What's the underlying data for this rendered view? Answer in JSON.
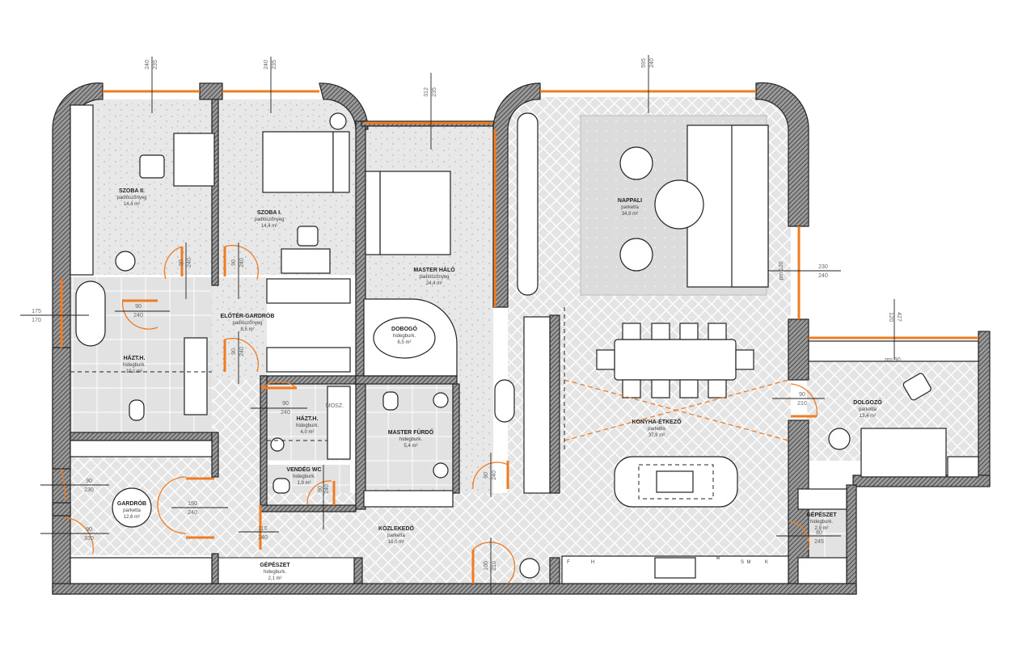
{
  "plan": {
    "rooms": [
      {
        "name": "SZOBA II.",
        "floor": "padlószőnyeg",
        "area": "14,4 m²"
      },
      {
        "name": "SZOBA I.",
        "floor": "padlószőnyeg",
        "area": "14,4 m²"
      },
      {
        "name": "MASTER HÁLÓ",
        "floor": "padlószőnyeg",
        "area": "24,4 m²"
      },
      {
        "name": "ELŐTÉR-GARDRÓB",
        "floor": "padlószőnyeg",
        "area": "8,5 m²"
      },
      {
        "name": "DOBOGÓ",
        "floor": "hidegburk.",
        "area": "6,5 m²"
      },
      {
        "name": "HÁZT.H.",
        "floor": "hidegburk.",
        "area": "10,1 m²"
      },
      {
        "name": "HÁZT.H.",
        "floor": "hidegburk.",
        "area": "4,0 m²"
      },
      {
        "name": "MASTER FÜRDŐ",
        "floor": "hidegburk.",
        "area": "5,4 m²"
      },
      {
        "name": "VENDÉG WC",
        "floor": "hidegburk.",
        "area": "1,9 m²"
      },
      {
        "name": "GARDRÓB",
        "floor": "parketta",
        "area": "12,6 m²"
      },
      {
        "name": "KÖZLEKEDŐ",
        "floor": "parketta",
        "area": "16,0 m²"
      },
      {
        "name": "GÉPÉSZET",
        "floor": "hidegburk.",
        "area": "2,1 m²"
      },
      {
        "name": "NAPPALI",
        "floor": "parketta",
        "area": "34,9 m²"
      },
      {
        "name": "KONYHA-ÉTKEZŐ",
        "floor": "parketta",
        "area": "37,9 m²"
      },
      {
        "name": "DOLGOZÓ",
        "floor": "parketta",
        "area": "13,4 m²"
      },
      {
        "name": "GÉPÉSZET",
        "floor": "hidegburk.",
        "area": "2,9 m²"
      }
    ],
    "dimensions": [
      {
        "a": "240",
        "b": "235"
      },
      {
        "a": "240",
        "b": "235"
      },
      {
        "a": "312",
        "b": "235"
      },
      {
        "a": "595",
        "b": "240"
      },
      {
        "a": "230",
        "b": "240"
      },
      {
        "a": "427",
        "b": "120"
      },
      {
        "a": "175",
        "b": "170"
      },
      {
        "a": "90",
        "b": "240"
      },
      {
        "a": "90",
        "b": "240"
      },
      {
        "a": "90",
        "b": "240"
      },
      {
        "a": "90",
        "b": "240"
      },
      {
        "a": "90",
        "b": "240"
      },
      {
        "a": "150",
        "b": "240"
      },
      {
        "a": "110",
        "b": "240"
      },
      {
        "a": "90",
        "b": "240"
      },
      {
        "a": "90",
        "b": "210"
      },
      {
        "a": "80",
        "b": "245"
      },
      {
        "a": "100",
        "b": "210"
      },
      {
        "a": "90",
        "b": "230"
      },
      {
        "a": "90",
        "b": "330"
      },
      {
        "a": "90",
        "b": "240"
      }
    ],
    "notes": {
      "parapet": "pm 90",
      "parapet2": "pm 120",
      "closet": "MOSZ."
    },
    "kitchen_labels": [
      "F",
      "H",
      "M",
      "S",
      "M",
      "K"
    ],
    "colors": {
      "window": "#f07c22",
      "wall": "#222222",
      "floor": "#e6e6e6"
    }
  }
}
